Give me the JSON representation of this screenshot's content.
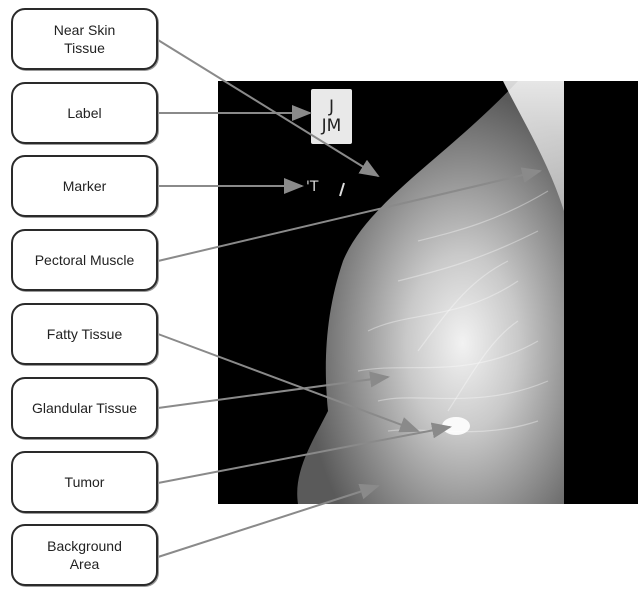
{
  "image_label": {
    "line1": "J",
    "line2": "JM"
  },
  "callouts": [
    {
      "text": "Near Skin\nTissue"
    },
    {
      "text": "Label"
    },
    {
      "text": "Marker"
    },
    {
      "text": "Pectoral Muscle"
    },
    {
      "text": "Fatty Tissue"
    },
    {
      "text": "Glandular Tissue"
    },
    {
      "text": "Tumor"
    },
    {
      "text": "Background\nArea"
    }
  ],
  "colors": {
    "box_border": "#2a2a2a",
    "arrow": "#8a8a8a",
    "image_bg": "#000000"
  }
}
